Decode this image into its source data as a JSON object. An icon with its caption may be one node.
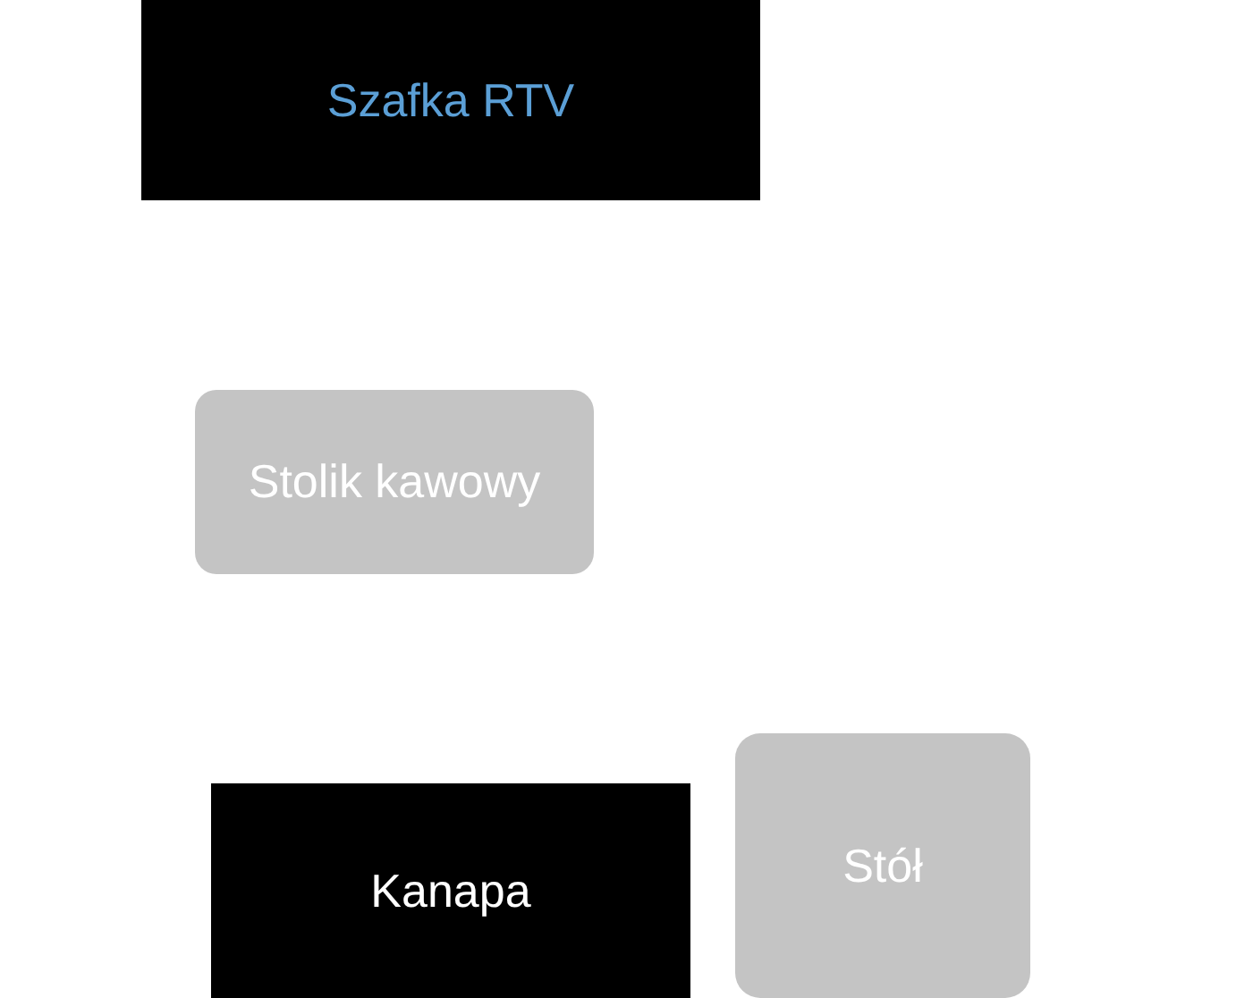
{
  "diagram": {
    "nodes": [
      {
        "text": [
          "Szafka RTV"
        ]
      },
      {
        "text": [
          "Stolik kawowy"
        ]
      },
      {
        "text": [
          "Kanapa"
        ]
      },
      {
        "text": [
          "Stół"
        ]
      }
    ]
  }
}
